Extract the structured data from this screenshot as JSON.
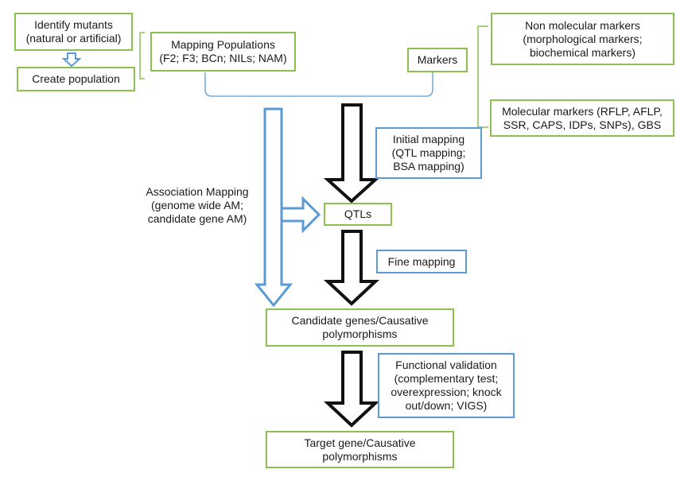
{
  "diagram": {
    "identify_mutants": [
      "Identify mutants",
      "(natural or artificial)"
    ],
    "create_population": "Create population",
    "mapping_populations": [
      "Mapping Populations",
      "(F2; F3; BCn; NILs; NAM)"
    ],
    "markers": "Markers",
    "non_molecular_markers": [
      "Non molecular markers",
      "(morphological markers;",
      "biochemical markers)"
    ],
    "molecular_markers": [
      "Molecular markers (RFLP, AFLP,",
      "SSR, CAPS, IDPs, SNPs), GBS"
    ],
    "initial_mapping": [
      "Initial mapping",
      "(QTL mapping;",
      "BSA mapping)"
    ],
    "association_mapping": [
      "Association Mapping",
      "(genome wide AM;",
      "candidate gene AM)"
    ],
    "qtls": "QTLs",
    "fine_mapping": "Fine mapping",
    "candidate_genes": [
      "Candidate genes/Causative",
      "polymorphisms"
    ],
    "functional_validation": [
      "Functional validation",
      "(complementary test;",
      "overexpression; knock",
      "out/down; VIGS)"
    ],
    "target_gene": [
      "Target gene/Causative",
      "polymorphisms"
    ]
  },
  "colors": {
    "green_border": "#8cc152",
    "blue_border": "#5b9bd5",
    "black_arrow": "#111111",
    "text": "#1a1a1a"
  }
}
